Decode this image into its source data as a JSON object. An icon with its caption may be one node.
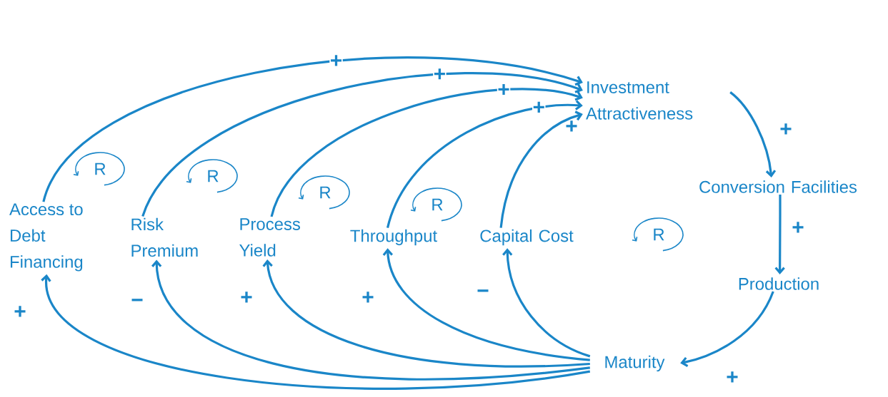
{
  "diagram": {
    "nodes": [
      {
        "text": [
          "Access to Debt Financing"
        ]
      },
      {
        "text": [
          "Risk Premium"
        ]
      },
      {
        "text": [
          "Process Yield"
        ]
      },
      {
        "text": [
          "Throughput"
        ]
      },
      {
        "text": [
          "Capital Cost"
        ]
      },
      {
        "text": [
          "Investment Attractiveness"
        ]
      },
      {
        "text": [
          "Conversion Facilities"
        ]
      },
      {
        "text": [
          "Production"
        ]
      },
      {
        "text": [
          "Maturity"
        ]
      }
    ],
    "edges": [
      {
        "from": 0,
        "to": 5,
        "arrow": "to",
        "label": "+"
      },
      {
        "from": 1,
        "to": 5,
        "arrow": "to",
        "label": "+"
      },
      {
        "from": 2,
        "to": 5,
        "arrow": "to",
        "label": "+"
      },
      {
        "from": 3,
        "to": 5,
        "arrow": "to",
        "label": "+"
      },
      {
        "from": 4,
        "to": 5,
        "arrow": "to",
        "label": "+"
      },
      {
        "from": 5,
        "to": 6,
        "arrow": "to",
        "label": "+"
      },
      {
        "from": 6,
        "to": 7,
        "arrow": "to",
        "label": "+"
      },
      {
        "from": 7,
        "to": 8,
        "arrow": "to",
        "label": "+"
      },
      {
        "from": 8,
        "to": 0,
        "arrow": "to",
        "label": "+"
      },
      {
        "from": 8,
        "to": 1,
        "arrow": "to",
        "label": "−"
      },
      {
        "from": 8,
        "to": 2,
        "arrow": "to",
        "label": "+"
      },
      {
        "from": 8,
        "to": 3,
        "arrow": "to",
        "label": "+"
      },
      {
        "from": 8,
        "to": 4,
        "arrow": "to",
        "label": "−"
      }
    ],
    "labels": [
      "R",
      "R",
      "R",
      "R",
      "R"
    ]
  }
}
